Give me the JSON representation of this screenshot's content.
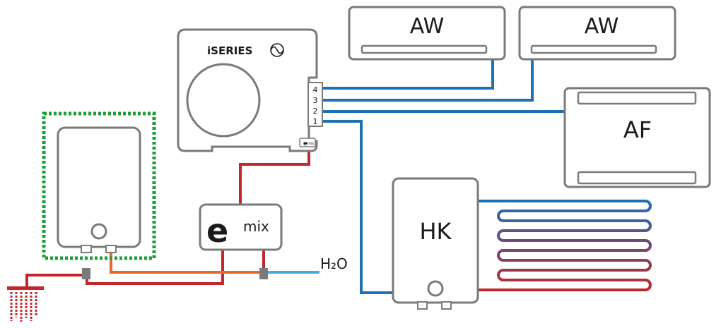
{
  "labels": {
    "aw_left": "AW",
    "aw_right": "AW",
    "af": "AF",
    "hk": "HK",
    "water": "H₂O",
    "emix_letter": "e",
    "emix_word": "mix",
    "outdoor_brand_prefix": "i",
    "outdoor_brand": "SERIES",
    "port_4": "4",
    "port_3": "3",
    "port_2": "2",
    "port_1": "1"
  },
  "colors": {
    "unit_outline": "#7a7a7a",
    "blue_line": "#1f6fb5",
    "red_line": "#c1272d",
    "orange_line": "#e8672a",
    "light_blue_line": "#4aa8dc",
    "green_dotted": "#1a9e3a",
    "floor_loop_gradient": [
      "#1f6fb5",
      "#c1272d"
    ]
  }
}
